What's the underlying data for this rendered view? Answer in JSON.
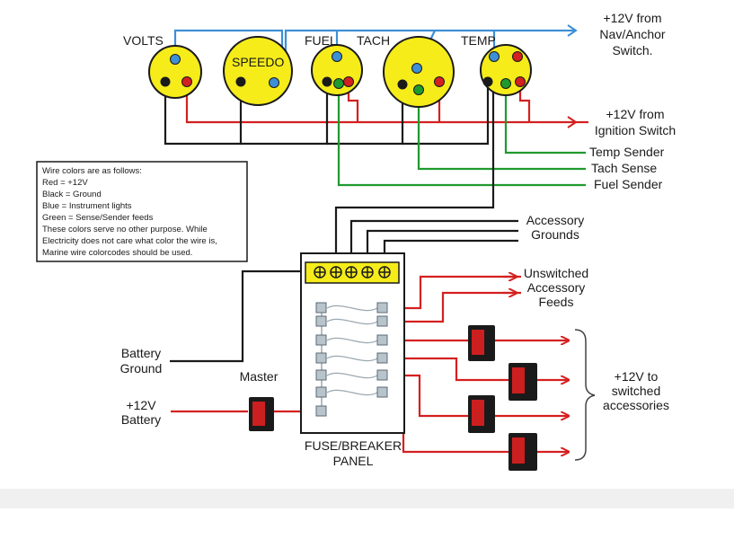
{
  "colors": {
    "red_wire": "#d42020",
    "black_wire": "#1a1a1a",
    "blue_wire": "#3d8fd6",
    "green_wire": "#1f9a2e",
    "gauge_yellow": "#f5ec1a",
    "switch_red": "#cc1f1f",
    "fuse_gray": "#b8c4cc",
    "footer_band": "#f0f0f0"
  },
  "gauges": {
    "volts": "VOLTS",
    "speedo": "SPEEDO",
    "fuel": "FUEL",
    "tach": "TACH",
    "temp": "TEMP"
  },
  "labels": {
    "nav_anchor": [
      "+12V from",
      "Nav/Anchor",
      "Switch."
    ],
    "ignition": [
      "+12V from",
      "Ignition Switch"
    ],
    "temp_sender": "Temp Sender",
    "tach_sense": "Tach Sense",
    "fuel_sender": "Fuel Sender",
    "accessory_grounds": [
      "Accessory",
      "Grounds"
    ],
    "unswitched": [
      "Unswitched",
      "Accessory",
      "Feeds"
    ],
    "battery_ground": [
      "Battery",
      "Ground"
    ],
    "master": "Master",
    "battery_12v": [
      "+12V",
      "Battery"
    ],
    "switched": [
      "+12V to",
      "switched",
      "accessories"
    ],
    "panel": [
      "FUSE/BREAKER",
      "PANEL"
    ]
  },
  "legend": {
    "lines": [
      "Wire colors are as follows:",
      "Red = +12V",
      "Black = Ground",
      "Blue = Instrument lights",
      "Green = Sense/Sender feeds",
      "These colors serve no other purpose. While",
      "Electricity does not care what color the wire is,",
      "Marine wire colorcodes should be used."
    ]
  }
}
